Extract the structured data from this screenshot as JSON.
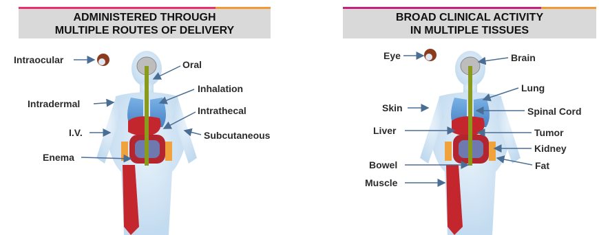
{
  "left": {
    "title_line1": "ADMINISTERED THROUGH",
    "title_line2": "MULTIPLE ROUTES OF DELIVERY",
    "labels": {
      "intraocular": "Intraocular",
      "oral": "Oral",
      "inhalation": "Inhalation",
      "intradermal": "Intradermal",
      "intrathecal": "Intrathecal",
      "iv": "I.V.",
      "subcutaneous": "Subcutaneous",
      "enema": "Enema"
    }
  },
  "right": {
    "title_line1": "BROAD CLINICAL ACTIVITY",
    "title_line2": "IN MULTIPLE TISSUES",
    "labels": {
      "eye": "Eye",
      "brain": "Brain",
      "lung": "Lung",
      "skin": "Skin",
      "spinal_cord": "Spinal Cord",
      "liver": "Liver",
      "tumor": "Tumor",
      "kidney": "Kidney",
      "bowel": "Bowel",
      "fat": "Fat",
      "muscle": "Muscle"
    }
  },
  "colors": {
    "header_bg": "#d9d9d9",
    "header_accent_pink": "#e8306e",
    "header_accent_orange": "#f09a36",
    "body_silhouette": "#cfe3f3",
    "lung_blue": "#4d8fd3",
    "organ_red": "#c4262e",
    "spine_green": "#8a9a1c",
    "kidney_blue": "#5b8fd0",
    "fat_orange": "#f0a23c",
    "arrow_gray": "#4a6d93"
  }
}
